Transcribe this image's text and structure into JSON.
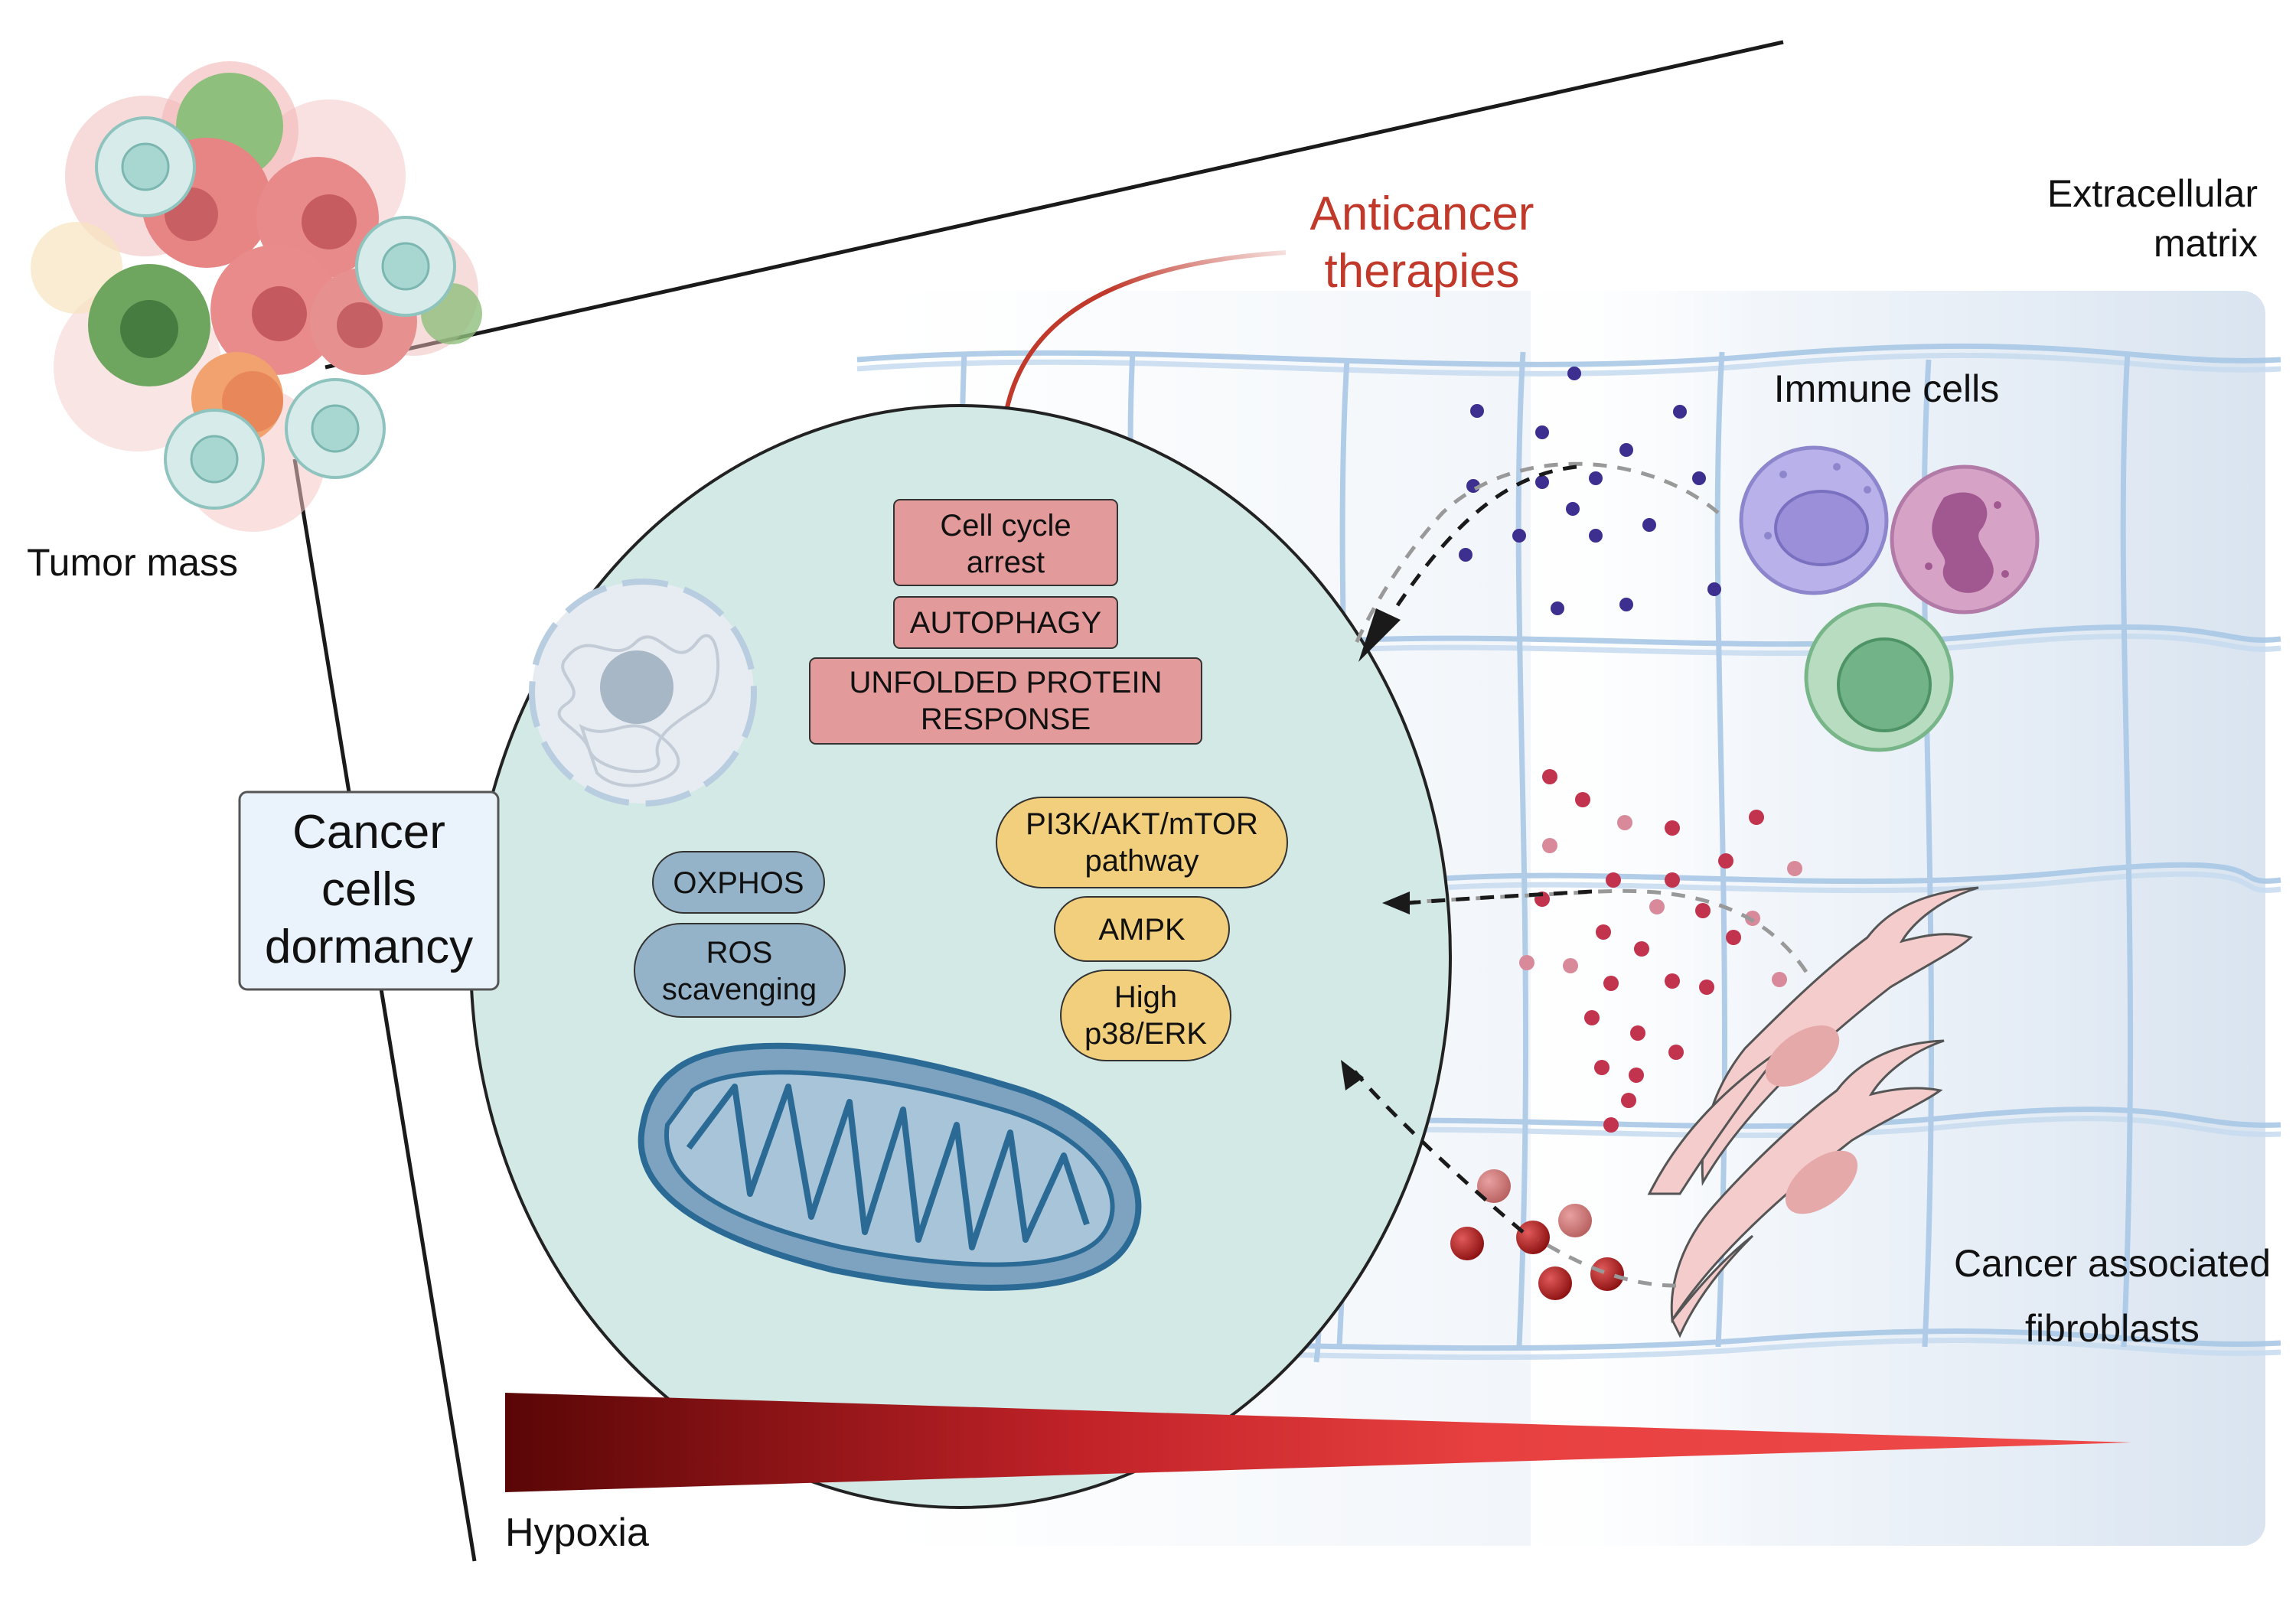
{
  "tumor": {
    "label": "Tumor mass"
  },
  "ecm": {
    "label_line1": "Extracellular",
    "label_line2": "matrix"
  },
  "therapy": {
    "label_line1": "Anticancer",
    "label_line2": "therapies"
  },
  "dormancy": {
    "line1": "Cancer",
    "line2": "cells",
    "line3": "dormancy"
  },
  "red_boxes": [
    {
      "line1": "Cell cycle",
      "line2": "arrest"
    },
    {
      "line1": "AUTOPHAGY",
      "line2": ""
    },
    {
      "line1": "UNFOLDED PROTEIN",
      "line2": "RESPONSE"
    }
  ],
  "blue_pills": [
    {
      "line1": "OXPHOS",
      "line2": ""
    },
    {
      "line1": "ROS",
      "line2": "scavenging"
    }
  ],
  "yellow_pills": [
    {
      "line1": "PI3K/AKT/mTOR",
      "line2": "pathway"
    },
    {
      "line1": "AMPK",
      "line2": ""
    },
    {
      "line1": "High",
      "line2": "p38/ERK"
    }
  ],
  "immune": {
    "label": "Immune cells"
  },
  "caf": {
    "label_line1": "Cancer associated",
    "label_line2": "fibroblasts"
  },
  "hypoxia": {
    "label": "Hypoxia"
  },
  "colors": {
    "therapy_red": "#c0392b",
    "red_box": "#e39a9a",
    "blue_pill": "#95b3c8",
    "yellow_pill": "#f2cf7c",
    "cell_fill": "#d3e9e6",
    "dormancy_box": "#eaf2fb"
  }
}
